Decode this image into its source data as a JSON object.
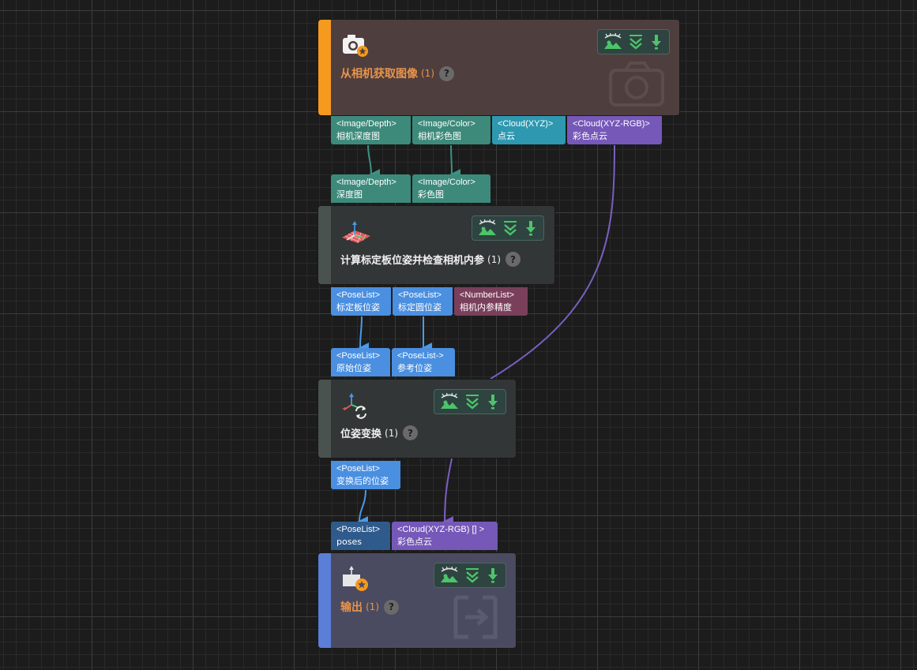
{
  "nodes": [
    {
      "title": "从相机获取图像",
      "count": "(1)",
      "help": "?"
    },
    {
      "title": "计算标定板位姿并检查相机内参",
      "count": "(1)",
      "help": "?"
    },
    {
      "title": "位姿变换",
      "count": "(1)",
      "help": "?"
    },
    {
      "title": "输出",
      "count": "(1)",
      "help": "?"
    }
  ],
  "ports": {
    "camera_out": [
      {
        "type": "<Image/Depth>",
        "name": "相机深度图"
      },
      {
        "type": "<Image/Color>",
        "name": "相机彩色图"
      },
      {
        "type": "<Cloud(XYZ)>",
        "name": "点云"
      },
      {
        "type": "<Cloud(XYZ-RGB)>",
        "name": "彩色点云"
      }
    ],
    "calib_in": [
      {
        "type": "<Image/Depth>",
        "name": "深度图"
      },
      {
        "type": "<Image/Color>",
        "name": "彩色图"
      }
    ],
    "calib_out": [
      {
        "type": "<PoseList>",
        "name": "标定板位姿"
      },
      {
        "type": "<PoseList>",
        "name": "标定圆位姿"
      },
      {
        "type": "<NumberList>",
        "name": "相机内参精度"
      }
    ],
    "transform_in": [
      {
        "type": "<PoseList>",
        "name": "原始位姿"
      },
      {
        "type": "<PoseList->",
        "name": "参考位姿"
      }
    ],
    "transform_out": [
      {
        "type": "<PoseList>",
        "name": "变换后的位姿"
      }
    ],
    "output_in": [
      {
        "type": "<PoseList>",
        "name": "poses"
      },
      {
        "type": "<Cloud(XYZ-RGB) [] >",
        "name": "彩色点云"
      }
    ]
  },
  "icons": {
    "node_icons": [
      "camera-icon",
      "calibration-board-icon",
      "pose-transform-icon",
      "output-icon"
    ],
    "toolbar": [
      "visualize-icon",
      "collapse-icon",
      "download-icon"
    ]
  },
  "colors": {
    "camera_title": "#e8944a",
    "output_title": "#e8944a",
    "port_image": "#3d8a7b",
    "port_cloud_xyz": "#2e98b0",
    "port_cloud_rgb": "#7558b8",
    "port_pose": "#4a8fe0",
    "port_number": "#7a3f5a",
    "wire_image": "#3d9182",
    "wire_pose": "#4a9ae8",
    "wire_cloud": "#7a5fc0"
  }
}
